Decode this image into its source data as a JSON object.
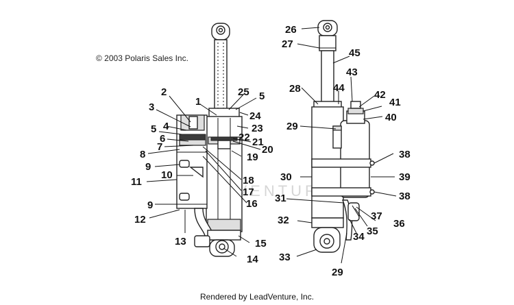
{
  "copyright": "© 2003 Polaris Sales Inc.",
  "footer": "Rendered by LeadVenture, Inc.",
  "watermark": "LEADVENTURE",
  "callouts": {
    "c1": "1",
    "c2": "2",
    "c3": "3",
    "c4": "4",
    "c5a": "5",
    "c5b": "5",
    "c6": "6",
    "c7": "7",
    "c8": "8",
    "c9a": "9",
    "c9b": "9",
    "c10": "10",
    "c11": "11",
    "c12": "12",
    "c13": "13",
    "c14": "14",
    "c15": "15",
    "c16": "16",
    "c17": "17",
    "c18": "18",
    "c19": "19",
    "c20": "20",
    "c21": "21",
    "c22": "22",
    "c23": "23",
    "c24": "24",
    "c25": "25",
    "c26": "26",
    "c27": "27",
    "c28": "28",
    "c29a": "29",
    "c29b": "29",
    "c30": "30",
    "c31": "31",
    "c32": "32",
    "c33": "33",
    "c34": "34",
    "c35": "35",
    "c36": "36",
    "c37": "37",
    "c38a": "38",
    "c38b": "38",
    "c39": "39",
    "c40": "40",
    "c41": "41",
    "c42": "42",
    "c43": "43",
    "c44": "44",
    "c45": "45"
  }
}
